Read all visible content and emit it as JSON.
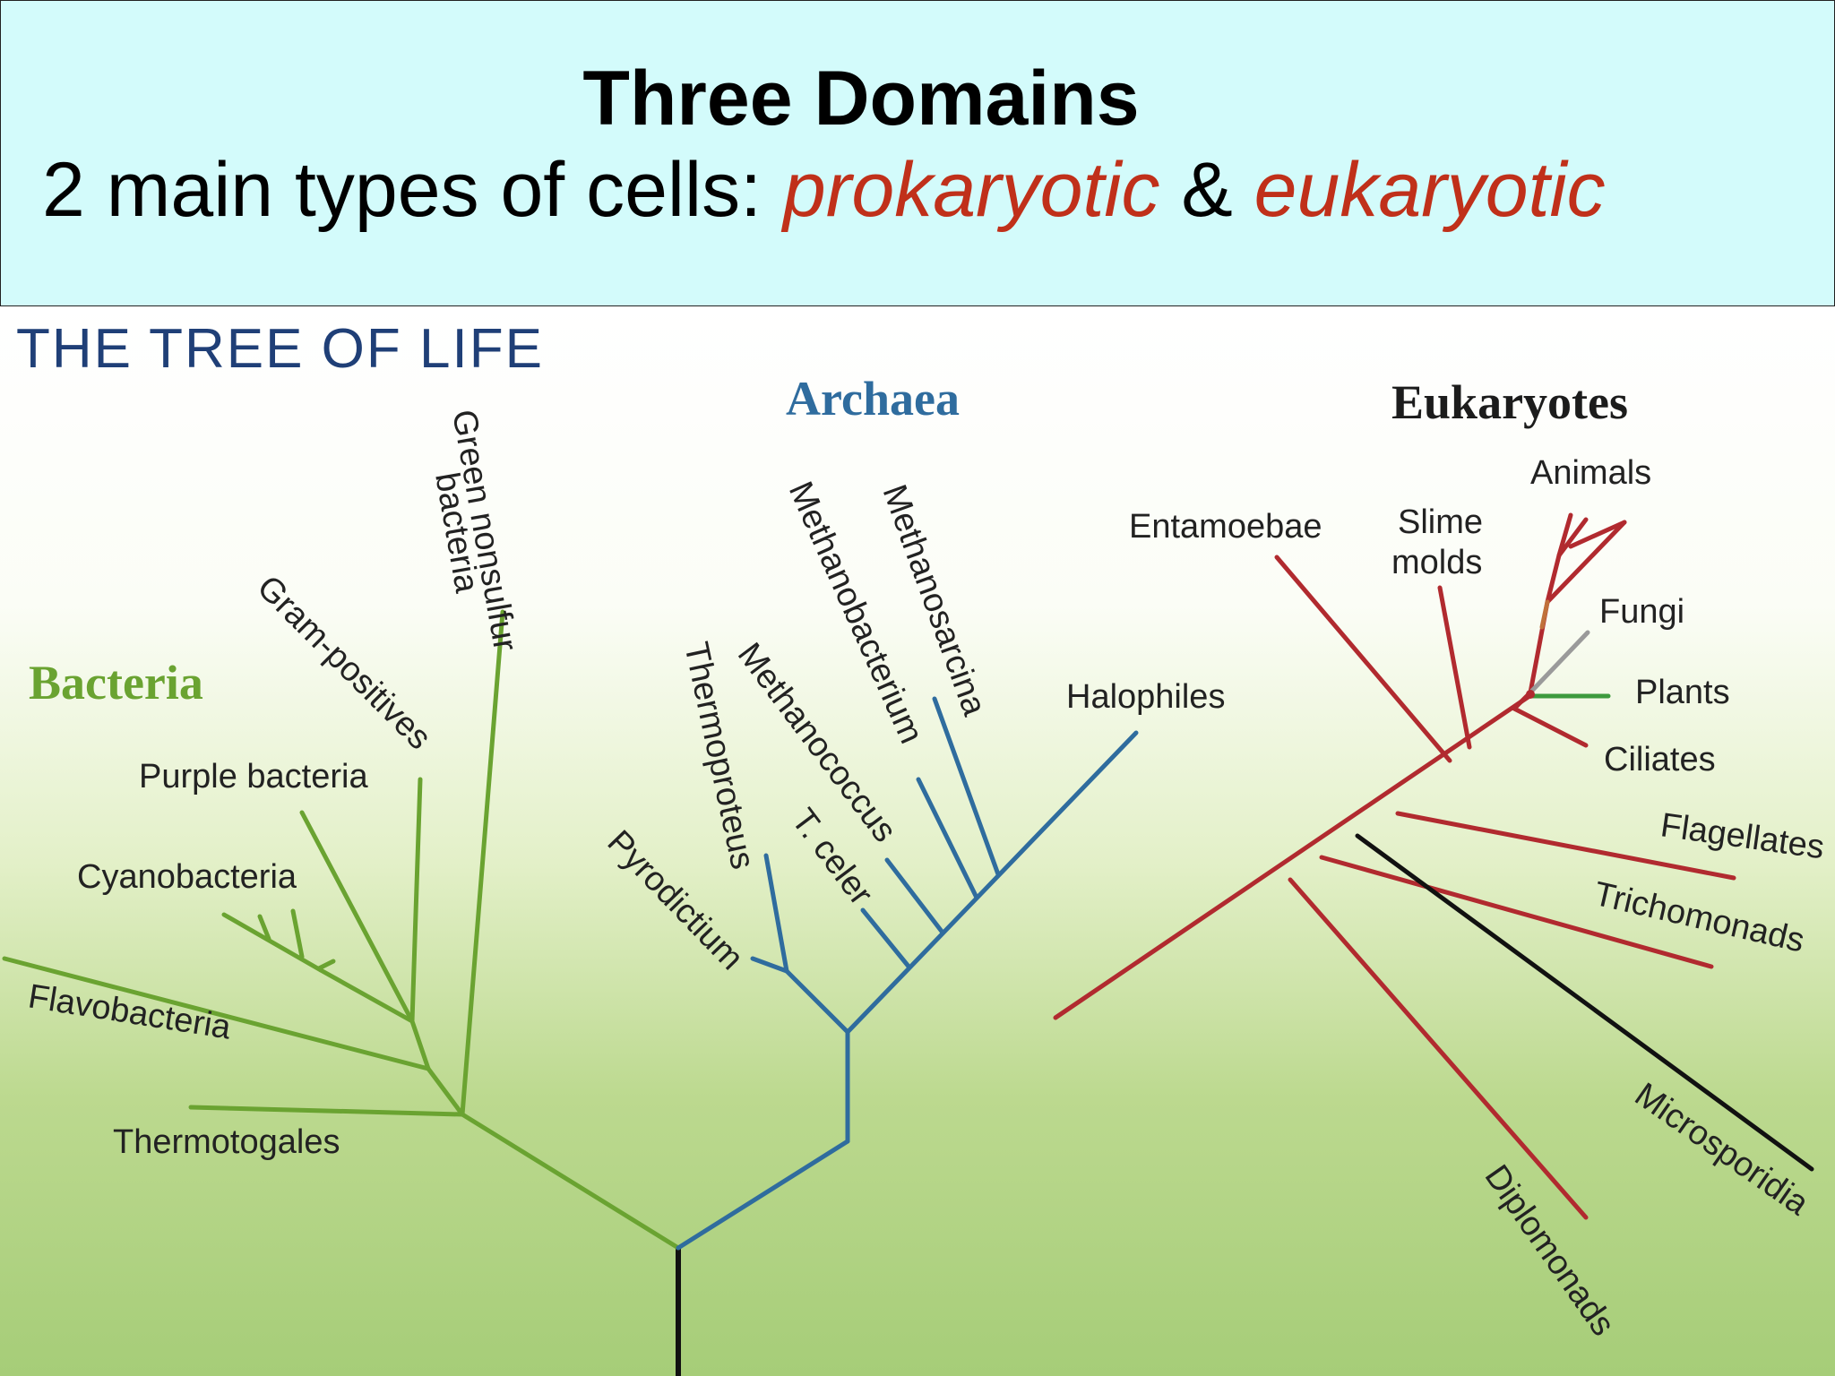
{
  "header": {
    "title": "Three Domains",
    "subtitle_prefix": "2 main types of cells: ",
    "subtitle_term1": "prokaryotic",
    "subtitle_joiner": " & ",
    "subtitle_term2": "eukaryotic"
  },
  "diagram": {
    "heading": "THE TREE OF LIFE",
    "domains": {
      "bacteria": "Bacteria",
      "archaea": "Archaea",
      "eukaryotes": "Eukaryotes"
    },
    "bacteria_groups": {
      "green_nonsulfur_1": "Green nonsulfur",
      "green_nonsulfur_2": "bacteria",
      "gram_positives": "Gram-positives",
      "purple_bacteria": "Purple bacteria",
      "cyanobacteria": "Cyanobacteria",
      "flavobacteria": "Flavobacteria",
      "thermotogales": "Thermotogales"
    },
    "archaea_groups": {
      "methanosarcina": "Methanosarcina",
      "methanobacterium": "Methanobacterium",
      "methanococcus": "Methanococcus",
      "thermoproteus": "Thermoproteus",
      "t_celer": "T. celer",
      "pyrodictium": "Pyrodictium",
      "halophiles": "Halophiles"
    },
    "eukaryote_groups": {
      "entamoebae": "Entamoebae",
      "slime_molds_1": "Slime",
      "slime_molds_2": "molds",
      "animals": "Animals",
      "fungi": "Fungi",
      "plants": "Plants",
      "ciliates": "Ciliates",
      "flagellates": "Flagellates",
      "trichomonads": "Trichomonads",
      "microsporidia": "Microsporidia",
      "diplomonads": "Diplomonads"
    },
    "colors": {
      "bacteria": "#6aa331",
      "archaea": "#2f6c9e",
      "eukaryotes": "#b12a2f",
      "animals": "#c0703a",
      "fungi": "#9a9a9a",
      "plants": "#3d9a3d",
      "accent_red": "#c0301a",
      "header_bg": "#d3fbfb"
    }
  }
}
